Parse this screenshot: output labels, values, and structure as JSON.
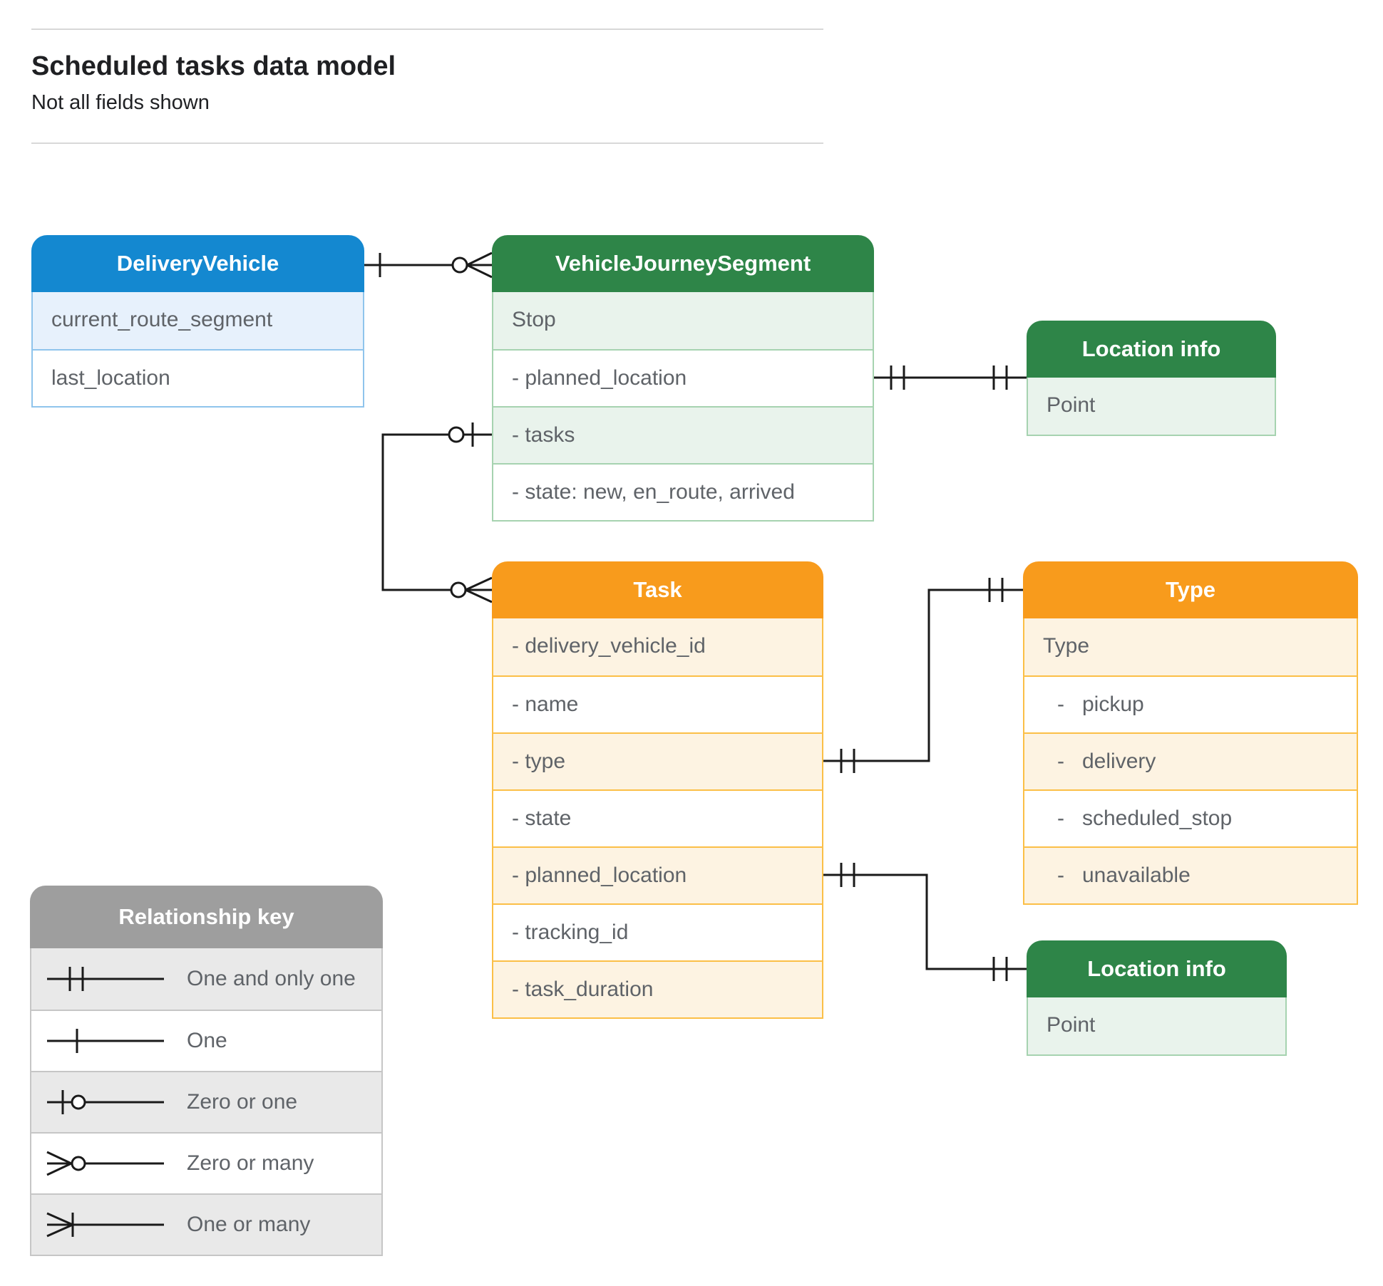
{
  "header": {
    "title": "Scheduled tasks data model",
    "subtitle": "Not all fields shown"
  },
  "entities": {
    "delivery_vehicle": {
      "title": "DeliveryVehicle",
      "rows": [
        "current_route_segment",
        "last_location"
      ]
    },
    "vehicle_journey_segment": {
      "title": "VehicleJourneySegment",
      "rows": [
        "Stop",
        "- planned_location",
        "- tasks",
        "- state: new, en_route, arrived"
      ]
    },
    "location_info_top": {
      "title": "Location info",
      "rows": [
        "Point"
      ]
    },
    "task": {
      "title": "Task",
      "rows": [
        "- delivery_vehicle_id",
        "- name",
        "- type",
        "- state",
        "- planned_location",
        "- tracking_id",
        "- task_duration"
      ]
    },
    "type": {
      "title": "Type",
      "rows": [
        "Type",
        "-   pickup",
        "-   delivery",
        "-   scheduled_stop",
        "-   unavailable"
      ]
    },
    "location_info_bottom": {
      "title": "Location info",
      "rows": [
        "Point"
      ]
    }
  },
  "legend": {
    "title": "Relationship key",
    "items": [
      "One and only one",
      "One",
      "Zero or one",
      "Zero or many",
      "One or many"
    ]
  },
  "relationships": [
    {
      "from": "DeliveryVehicle",
      "to": "VehicleJourneySegment",
      "from_cardinality": "one",
      "to_cardinality": "zero or many"
    },
    {
      "from": "VehicleJourneySegment.tasks",
      "to": "Task",
      "from_cardinality": "zero or one",
      "to_cardinality": "zero or many"
    },
    {
      "from": "VehicleJourneySegment.planned_location",
      "to": "Location info",
      "from_cardinality": "one and only one",
      "to_cardinality": "one and only one"
    },
    {
      "from": "Task.type",
      "to": "Type",
      "from_cardinality": "one and only one",
      "to_cardinality": "one and only one"
    },
    {
      "from": "Task.planned_location",
      "to": "Location info",
      "from_cardinality": "one and only one",
      "to_cardinality": "one and only one"
    }
  ],
  "colors": {
    "blue_header": "#1488d0",
    "blue_row": "#e7f1fc",
    "blue_border": "#8fc4ec",
    "green_header": "#2e8548",
    "green_row": "#e9f3ec",
    "green_border": "#a6d3b0",
    "orange_header": "#f89b1c",
    "orange_row": "#fdf3e2",
    "orange_border": "#fbbf47",
    "gray_header": "#9e9e9e",
    "gray_row": "#e9e9e9",
    "line": "#1a1a1a",
    "text": "#5f6368",
    "title_text": "#202124"
  }
}
